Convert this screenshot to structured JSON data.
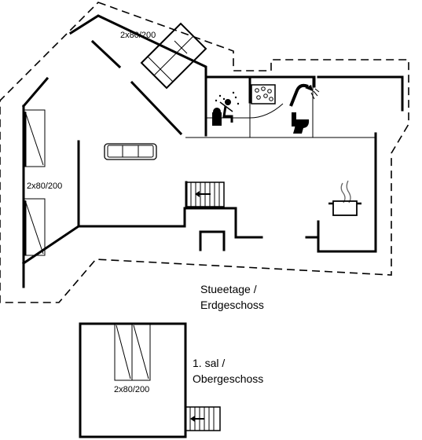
{
  "ground_floor": {
    "label_line1": "Stueetage /",
    "label_line2": "Erdgeschoss",
    "bed_top": "2x80/200",
    "bed_left": "2x80/200"
  },
  "upper_floor": {
    "label_line1": "1. sal /",
    "label_line2": "Obergeschoss",
    "bed": "2x80/200"
  },
  "icons": [
    "sofa-icon",
    "sauna-icon",
    "whirlpool-icon",
    "shower-icon",
    "toilet-icon",
    "cooking-pot-icon",
    "stairs-icon"
  ]
}
